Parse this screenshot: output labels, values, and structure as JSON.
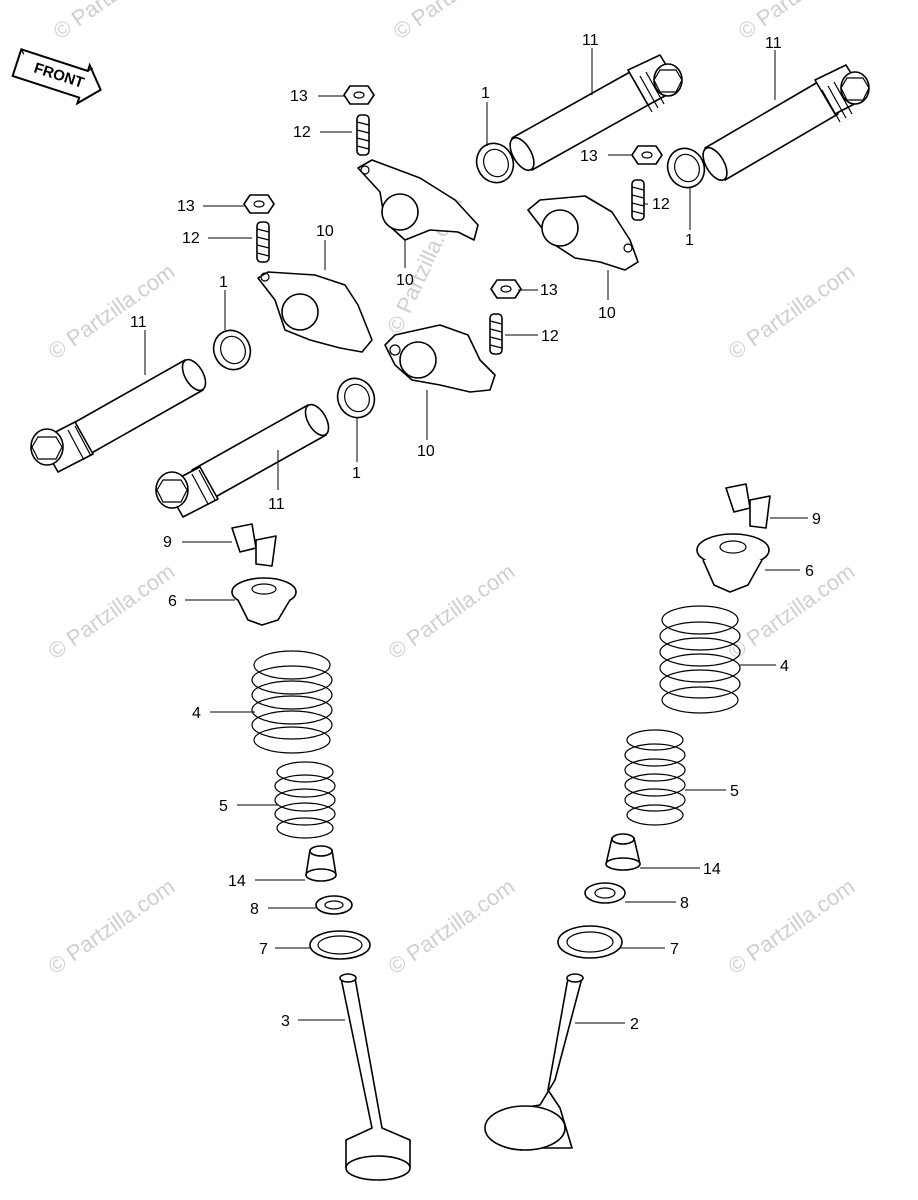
{
  "front_badge": "FRONT",
  "watermark": "© Partzilla.com",
  "callouts": {
    "c1a": "1",
    "c1b": "1",
    "c1c": "1",
    "c1d": "1",
    "c2": "2",
    "c3": "3",
    "c4a": "4",
    "c4b": "4",
    "c5a": "5",
    "c5b": "5",
    "c6a": "6",
    "c6b": "6",
    "c7a": "7",
    "c7b": "7",
    "c8a": "8",
    "c8b": "8",
    "c9a": "9",
    "c9b": "9",
    "c10a": "10",
    "c10b": "10",
    "c10c": "10",
    "c10d": "10",
    "c11a": "11",
    "c11b": "11",
    "c11c": "11",
    "c11d": "11",
    "c12a": "12",
    "c12b": "12",
    "c12c": "12",
    "c12d": "12",
    "c13a": "13",
    "c13b": "13",
    "c13c": "13",
    "c13d": "13",
    "c14a": "14",
    "c14b": "14"
  }
}
